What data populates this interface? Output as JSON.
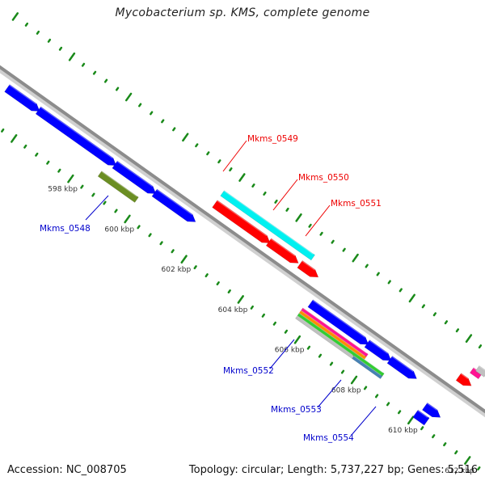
{
  "title": "Mycobacterium sp. KMS, complete genome",
  "footer": {
    "accession": "Accession: NC_008705",
    "summary": "Topology: circular; Length: 5,737,227 bp; Genes: 5,516"
  },
  "colors": {
    "backbone": "#8c8c8c",
    "tick": "#1a8a1a",
    "forward_cds": "#0000ff",
    "reverse_cds": "#ff0000",
    "label_forward": "#0000cc",
    "label_reverse": "#ee0000"
  },
  "scale_labels": [
    "598 kbp",
    "600 kbp",
    "602 kbp",
    "604 kbp",
    "606 kbp",
    "608 kbp",
    "610 kbp",
    "612 kbp"
  ],
  "gene_labels": [
    {
      "name": "Mkms_0548",
      "strand": "forward"
    },
    {
      "name": "Mkms_0549",
      "strand": "reverse"
    },
    {
      "name": "Mkms_0550",
      "strand": "reverse"
    },
    {
      "name": "Mkms_0551",
      "strand": "reverse"
    },
    {
      "name": "Mkms_0552",
      "strand": "forward"
    },
    {
      "name": "Mkms_0553",
      "strand": "forward"
    },
    {
      "name": "Mkms_0554",
      "strand": "forward"
    }
  ],
  "features": [
    {
      "track": "forward",
      "start_kbp": 595.0,
      "end_kbp": 596.0,
      "color": "#0000ff",
      "arrow": true
    },
    {
      "track": "forward",
      "start_kbp": 596.1,
      "end_kbp": 598.7,
      "color": "#0000ff",
      "arrow": true
    },
    {
      "track": "forward",
      "start_kbp": 598.8,
      "end_kbp": 600.1,
      "color": "#0000ff",
      "arrow": true
    },
    {
      "track": "forward",
      "start_kbp": 600.2,
      "end_kbp": 601.5,
      "color": "#0000ff",
      "arrow": true
    },
    {
      "track": "forward_outer",
      "start_kbp": 598.6,
      "end_kbp": 599.9,
      "color": "#6b8e23",
      "arrow": false
    },
    {
      "track": "reverse_outer",
      "start_kbp": 601.8,
      "end_kbp": 605.0,
      "color": "#00f0f0",
      "arrow": false
    },
    {
      "track": "reverse",
      "start_kbp": 601.8,
      "end_kbp": 603.6,
      "color": "#ff0000",
      "arrow": true
    },
    {
      "track": "reverse",
      "start_kbp": 603.7,
      "end_kbp": 604.6,
      "color": "#ff0000",
      "arrow": true
    },
    {
      "track": "reverse",
      "start_kbp": 604.8,
      "end_kbp": 605.3,
      "color": "#ff0000",
      "arrow": true
    },
    {
      "track": "forward",
      "start_kbp": 605.7,
      "end_kbp": 607.6,
      "color": "#0000ff",
      "arrow": true
    },
    {
      "track": "forward",
      "start_kbp": 607.7,
      "end_kbp": 608.4,
      "color": "#0000ff",
      "arrow": true
    },
    {
      "track": "forward",
      "start_kbp": 608.5,
      "end_kbp": 609.3,
      "color": "#0000ff",
      "arrow": true
    },
    {
      "track": "forward_outer",
      "start_kbp": 605.6,
      "end_kbp": 607.9,
      "color": "#ff1493",
      "arrow": false,
      "stack": 0
    },
    {
      "track": "forward_outer",
      "start_kbp": 605.6,
      "end_kbp": 607.9,
      "color": "#ff8c00",
      "arrow": false,
      "stack": 1
    },
    {
      "track": "forward_outer",
      "start_kbp": 605.6,
      "end_kbp": 608.6,
      "color": "#32cd32",
      "arrow": false,
      "stack": 2
    },
    {
      "track": "forward_outer",
      "start_kbp": 605.6,
      "end_kbp": 607.6,
      "color": "#c0c0c0",
      "arrow": false,
      "stack": 3
    },
    {
      "track": "forward_outer",
      "start_kbp": 607.6,
      "end_kbp": 608.6,
      "color": "#4682b4",
      "arrow": false,
      "stack": 3
    },
    {
      "track": "forward",
      "start_kbp": 610.1,
      "end_kbp": 610.5,
      "color": "#0000ff",
      "arrow": true,
      "row": "inner2"
    },
    {
      "track": "forward",
      "start_kbp": 610.0,
      "end_kbp": 610.4,
      "color": "#0000ff",
      "arrow": false,
      "row": "inner3"
    },
    {
      "track": "reverse",
      "start_kbp": 610.4,
      "end_kbp": 610.7,
      "color": "#ff0000",
      "arrow": true
    },
    {
      "track": "reverse_outer",
      "start_kbp": 610.6,
      "end_kbp": 610.9,
      "color": "#ff1493",
      "arrow": false
    },
    {
      "track": "reverse_outer",
      "start_kbp": 610.7,
      "end_kbp": 611.0,
      "color": "#c0c0c0",
      "arrow": false,
      "stack": 1
    },
    {
      "track": "reverse",
      "start_kbp": 611.6,
      "end_kbp": 612.5,
      "color": "#ff0000",
      "arrow": true
    },
    {
      "track": "reverse_outer",
      "start_kbp": 611.9,
      "end_kbp": 612.5,
      "color": "#4682b4",
      "arrow": false
    }
  ]
}
